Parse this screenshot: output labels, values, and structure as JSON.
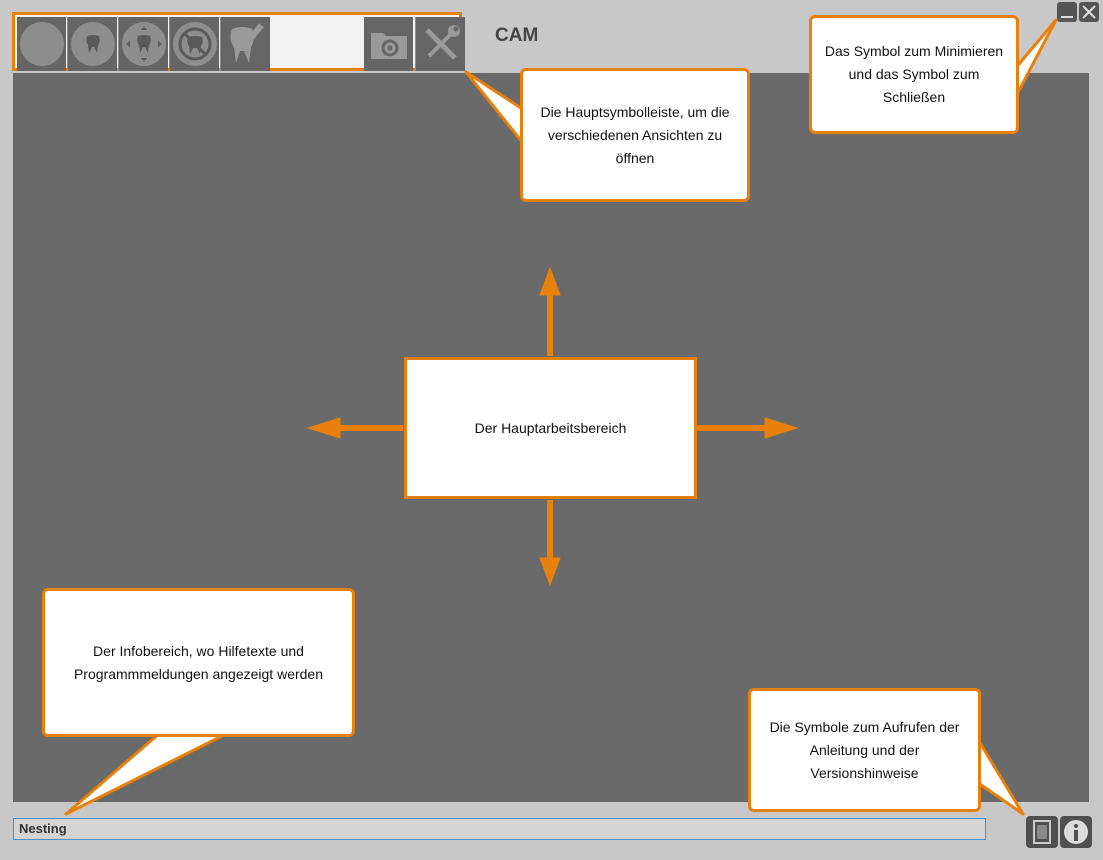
{
  "header": {
    "app_title": "CAM"
  },
  "toolbar": {
    "buttons": [
      {
        "name": "home",
        "icon": "blank-circle-icon"
      },
      {
        "name": "tooth",
        "icon": "tooth-icon"
      },
      {
        "name": "move",
        "icon": "tooth-move-icon"
      },
      {
        "name": "no-tooth",
        "icon": "tooth-crossed-icon"
      },
      {
        "name": "tooth-pen",
        "icon": "tooth-pencil-icon"
      },
      {
        "name": "folder-settings",
        "icon": "folder-gear-icon"
      },
      {
        "name": "tools",
        "icon": "wrench-screwdriver-icon"
      }
    ]
  },
  "window_controls": {
    "minimize_icon": "minimize-icon",
    "close_icon": "close-icon"
  },
  "callouts": {
    "toolbar": "Die Hauptsymbolleiste, um die verschiedenen Ansichten zu öffnen",
    "window_controls": "Das Symbol zum Minimieren und das Symbol zum Schließen",
    "work_area": "Der Hauptarbeitsbereich",
    "info_area": "Der Infobereich, wo Hilfetexte und Programmmeldungen angezeigt werden",
    "bottom_icons": "Die Symbole zum Aufrufen der Anleitung und der Versionshinweise"
  },
  "statusbar": {
    "text": "Nesting"
  },
  "bottom_icons": {
    "manual_icon": "manual-book-icon",
    "info_icon": "info-icon"
  },
  "colors": {
    "accent": "#e8800c",
    "work_area": "#6a6a6a",
    "background": "#c8c8c8"
  }
}
